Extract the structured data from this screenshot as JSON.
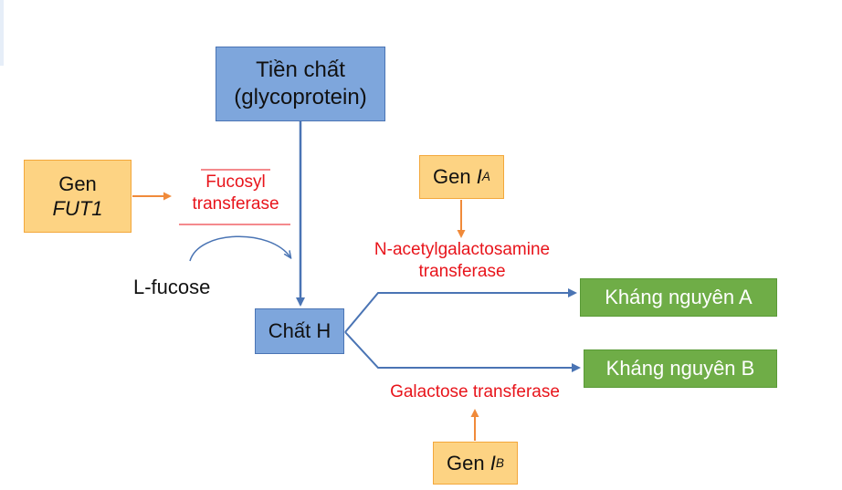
{
  "nodes": {
    "precursor": {
      "line1": "Tiền chất",
      "line2": "(glycoprotein)"
    },
    "gen_fut1": {
      "line1": "Gen",
      "line2": "FUT1"
    },
    "chat_h": {
      "label": "Chất H"
    },
    "gen_ia": {
      "prefix": "Gen ",
      "letter": "I",
      "sup": "A"
    },
    "gen_ib": {
      "prefix": "Gen ",
      "letter": "I",
      "sup": "B"
    },
    "antigen_a": {
      "label": "Kháng nguyên A"
    },
    "antigen_b": {
      "label": "Kháng nguyên B"
    }
  },
  "labels": {
    "fucosyl": {
      "line1": "Fucosyl",
      "line2": "transferase"
    },
    "l_fucose": "L-fucose",
    "nacetyl": {
      "line1": "N-acetylgalactosamine",
      "line2": "transferase"
    },
    "galactose": "Galactose transferase"
  },
  "colors": {
    "blue_fill": "#7ea6dc",
    "blue_line": "#4a74b4",
    "orange_fill": "#fdd383",
    "orange_line": "#f08a3a",
    "green_fill": "#6fad47",
    "enzyme_text": "#e8141b"
  }
}
